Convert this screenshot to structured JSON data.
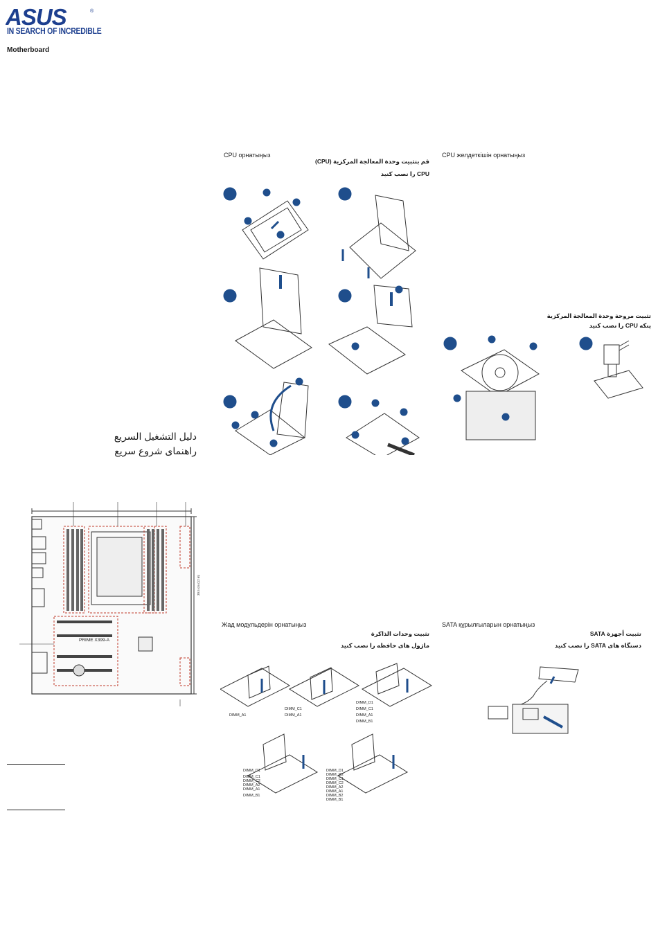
{
  "brand": {
    "logo_text": "ASUS",
    "registered_mark": "®",
    "tagline": "IN SEARCH OF INCREDIBLE",
    "product_line": "Motherboard"
  },
  "quick_start": {
    "arabic_title": "دليل التشغيل السريع",
    "persian_title": "راهنمای شروع سریع"
  },
  "board": {
    "model": "PRIME X399-A",
    "dimension_label": "30.5 cm (12 in)"
  },
  "cpu_install": {
    "kazakh_title": "CPU орнатыңыз",
    "arabic_title": "قم بتثبيت وحدة المعالجة المركزية (CPU)",
    "persian_title": "CPU را نصب کنید"
  },
  "cpu_fan": {
    "kazakh_title": "CPU желдеткішін орнатыңыз",
    "arabic_title": "تثبيت مروحة وحدة المعالجة المركزية",
    "persian_title": "پنکه CPU را نصب کنید"
  },
  "memory": {
    "kazakh_title": "Жад модульдерін орнатыңыз",
    "arabic_title": "تثبيت وحدات الذاكرة",
    "persian_title": "ماژول های حافظه را نصب کنید",
    "fig1_labels": [
      "DIMM_A1"
    ],
    "fig2_labels": [
      "DIMM_C1",
      "DIMM_A1"
    ],
    "fig3_labels": [
      "DIMM_D1",
      "DIMM_C1",
      "DIMM_A1",
      "DIMM_B1"
    ],
    "fig4_labels": [
      "DIMM_D1",
      "DIMM_C1",
      "DIMM_C2",
      "DIMM_A2",
      "DIMM_A1",
      "DIMM_B1"
    ],
    "fig5_labels": [
      "DIMM_D1",
      "DIMM_D2",
      "DIMM_C1",
      "DIMM_C2",
      "DIMM_A2",
      "DIMM_A1",
      "DIMM_B2",
      "DIMM_B1"
    ]
  },
  "sata": {
    "kazakh_title": "SATA құрылғыларын орнатыңыз",
    "arabic_title": "تثبيت أجهزة SATA",
    "persian_title": "دستگاه های SATA را نصب کنید"
  },
  "colors": {
    "brand_blue": "#1d3f8f",
    "step_blue": "#1f4e8c",
    "callout_red": "#c0392b"
  }
}
